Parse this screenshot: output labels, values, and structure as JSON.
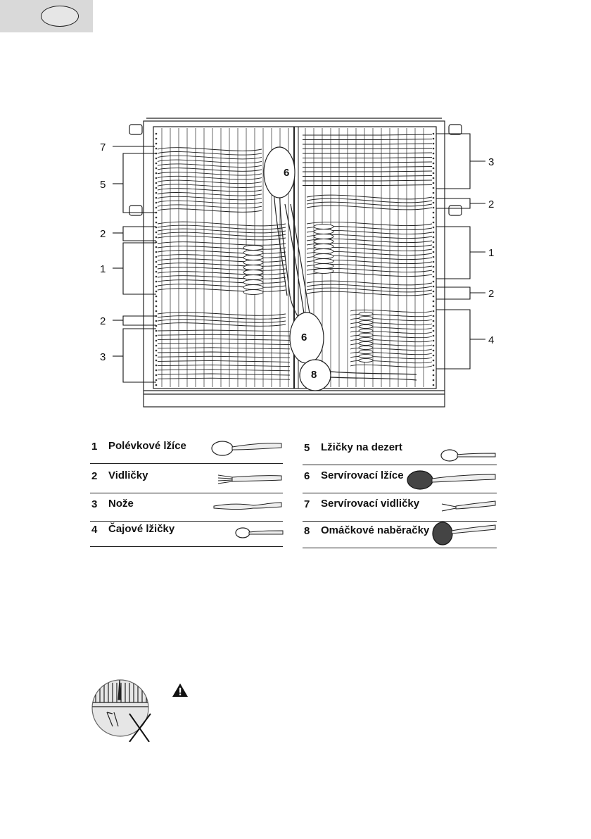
{
  "page": {
    "language_badge": ""
  },
  "basket_callouts": {
    "left": [
      "7",
      "5",
      "2",
      "1",
      "2",
      "3"
    ],
    "right": [
      "3",
      "2",
      "1",
      "2",
      "4"
    ],
    "center": [
      "6",
      "6",
      "8"
    ]
  },
  "legend": [
    {
      "number": "1",
      "label": "Polévkové lžíce",
      "icon": "soup-spoon-icon"
    },
    {
      "number": "2",
      "label": "Vidličky",
      "icon": "fork-icon"
    },
    {
      "number": "3",
      "label": "Nože",
      "icon": "knife-icon"
    },
    {
      "number": "4",
      "label": "Čajové lžičky",
      "icon": "teaspoon-icon"
    },
    {
      "number": "5",
      "label": "Lžičky na dezert",
      "icon": "dessert-spoon-icon"
    },
    {
      "number": "6",
      "label": "Servírovací lžíce",
      "icon": "serving-spoon-icon"
    },
    {
      "number": "7",
      "label": "Servírovací vidličky",
      "icon": "serving-fork-icon"
    },
    {
      "number": "8",
      "label": "Omáčkové naběračky",
      "icon": "ladle-icon"
    }
  ],
  "warning": {
    "icon": "warning-triangle-icon",
    "illustration": "incorrect-cutlery-placement-icon"
  },
  "colors": {
    "ink": "#111111",
    "tab_gray": "#d9d9d9",
    "corner_oval_fill": "#e6e6e6"
  }
}
